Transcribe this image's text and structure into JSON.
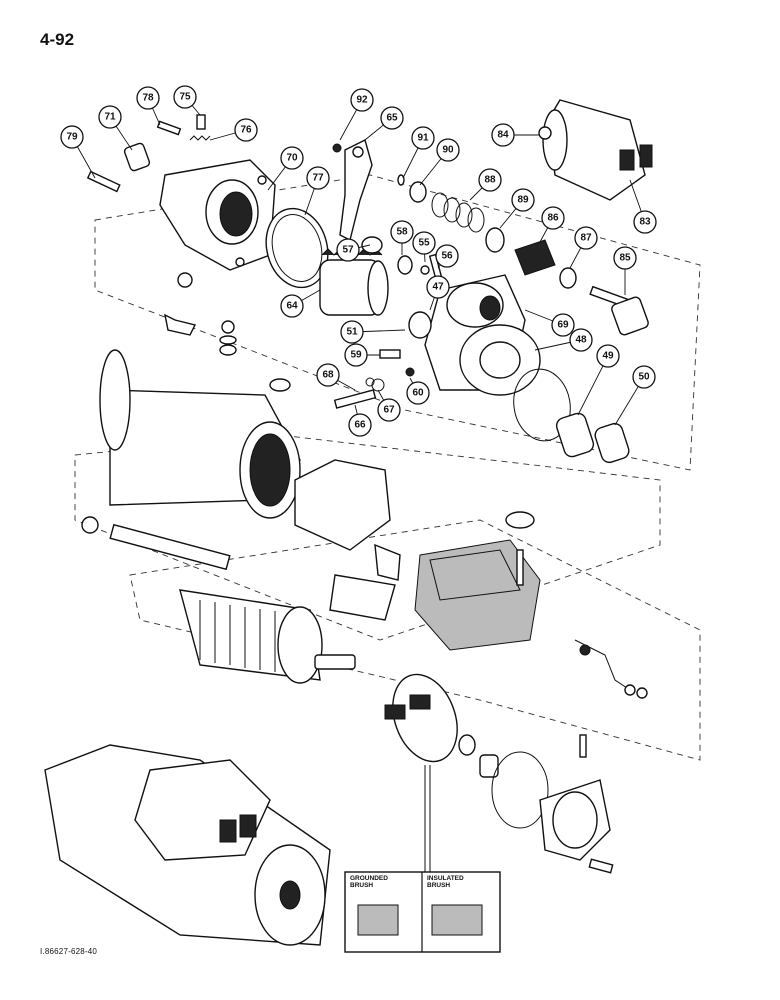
{
  "page": {
    "number": "4-92",
    "drawing_id": "I.86627-628-40"
  },
  "callouts": [
    {
      "id": "c79",
      "label": "79"
    },
    {
      "id": "c71",
      "label": "71"
    },
    {
      "id": "c78",
      "label": "78"
    },
    {
      "id": "c75",
      "label": "75"
    },
    {
      "id": "c76",
      "label": "76"
    },
    {
      "id": "c70",
      "label": "70"
    },
    {
      "id": "c77",
      "label": "77"
    },
    {
      "id": "c92",
      "label": "92"
    },
    {
      "id": "c65",
      "label": "65"
    },
    {
      "id": "c91",
      "label": "91"
    },
    {
      "id": "c90",
      "label": "90"
    },
    {
      "id": "c84",
      "label": "84"
    },
    {
      "id": "c83",
      "label": "83"
    },
    {
      "id": "c88",
      "label": "88"
    },
    {
      "id": "c89",
      "label": "89"
    },
    {
      "id": "c86",
      "label": "86"
    },
    {
      "id": "c87",
      "label": "87"
    },
    {
      "id": "c85",
      "label": "85"
    },
    {
      "id": "c58",
      "label": "58"
    },
    {
      "id": "c55",
      "label": "55"
    },
    {
      "id": "c57",
      "label": "57"
    },
    {
      "id": "c56",
      "label": "56"
    },
    {
      "id": "c47",
      "label": "47"
    },
    {
      "id": "c64",
      "label": "64"
    },
    {
      "id": "c69",
      "label": "69"
    },
    {
      "id": "c51",
      "label": "51"
    },
    {
      "id": "c48",
      "label": "48"
    },
    {
      "id": "c59",
      "label": "59"
    },
    {
      "id": "c49",
      "label": "49"
    },
    {
      "id": "c50",
      "label": "50"
    },
    {
      "id": "c68",
      "label": "68"
    },
    {
      "id": "c60",
      "label": "60"
    },
    {
      "id": "c67",
      "label": "67"
    },
    {
      "id": "c66",
      "label": "66"
    }
  ],
  "inset": {
    "grounded_label": "GROUNDED\nBRUSH",
    "insulated_label": "INSULATED\nBRUSH"
  }
}
